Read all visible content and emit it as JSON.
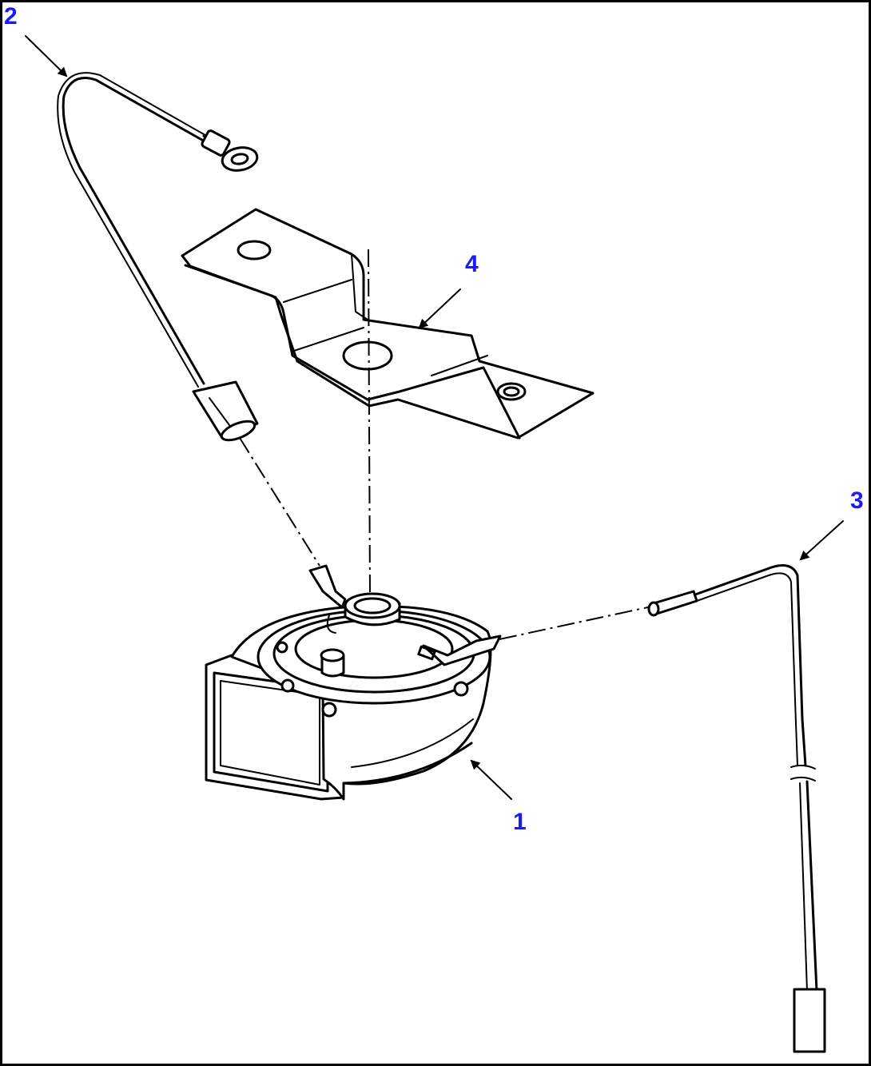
{
  "diagram": {
    "callouts": [
      {
        "id": "1",
        "label": "1"
      },
      {
        "id": "2",
        "label": "2"
      },
      {
        "id": "3",
        "label": "3"
      },
      {
        "id": "4",
        "label": "4"
      }
    ],
    "colors": {
      "callout": "#1a1aff",
      "line": "#000000",
      "background": "#ffffff",
      "frame": "#000000"
    }
  }
}
